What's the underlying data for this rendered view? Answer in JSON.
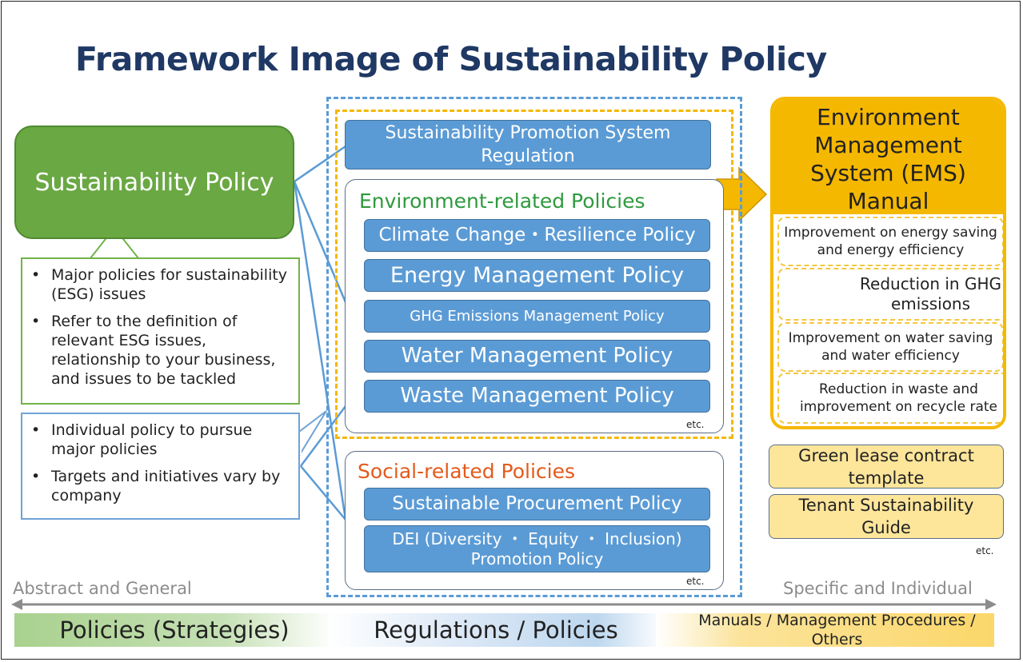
{
  "title": "Framework Image of Sustainability Policy",
  "sustainability_policy": {
    "label": "Sustainability Policy",
    "notes": [
      "Major policies for sustainability (ESG) issues",
      "Refer to the definition of relevant ESG issues, relationship to your business, and issues to be tackled"
    ]
  },
  "individual_notes": [
    "Individual policy to pursue major policies",
    "Targets and initiatives vary by company"
  ],
  "promotion_regulation": "Sustainability Promotion System Regulation",
  "environment_group": {
    "title": "Environment-related Policies",
    "items": [
      "Climate Change・Resilience Policy",
      "Energy Management Policy",
      "GHG Emissions Management Policy",
      "Water Management Policy",
      "Waste Management Policy"
    ],
    "etc": "etc."
  },
  "social_group": {
    "title": "Social-related Policies",
    "items": [
      "Sustainable Procurement Policy",
      "DEI (Diversity ・ Equity ・ Inclusion) Promotion Policy"
    ],
    "etc": "etc."
  },
  "ems": {
    "title": "Environment Management System (EMS) Manual",
    "items": [
      "Improvement on energy saving and energy efficiency",
      "Reduction in GHG emissions",
      "Improvement on water saving and water efficiency",
      "Reduction in waste and improvement on recycle rate"
    ]
  },
  "other_docs": {
    "items": [
      "Green lease contract template",
      "Tenant Sustainability Guide"
    ],
    "etc": "etc."
  },
  "axis": {
    "left_label": "Abstract and General",
    "right_label": "Specific and Individual"
  },
  "bands": {
    "policies": "Policies (Strategies)",
    "regulations": "Regulations / Policies",
    "manuals": "Manuals / Management Procedures / Others"
  },
  "colors": {
    "title": "#1f3864",
    "policy_green": "#6aa843",
    "policy_blue": "#5b9bd5",
    "ems_yellow": "#f5b800",
    "doc_yellow": "#fde59a",
    "env_title": "#2e9a3d",
    "social_title": "#e45a1b"
  }
}
